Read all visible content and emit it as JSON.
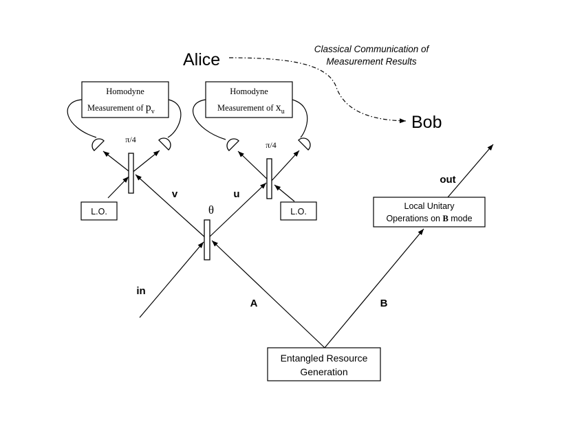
{
  "labels": {
    "alice": "Alice",
    "bob": "Bob",
    "classical_comm_line1": "Classical Communication of",
    "classical_comm_line2": "Measurement Results",
    "homodyne_left_line1": "Homodyne",
    "homodyne_left_line2_prefix": "Measurement of ",
    "homodyne_left_symbol": "p",
    "homodyne_left_sub": "v",
    "homodyne_right_line1": "Homodyne",
    "homodyne_right_line2_prefix": "Measurement of ",
    "homodyne_right_symbol": "x",
    "homodyne_right_sub": "u",
    "bs_left_angle": "π/4",
    "bs_right_angle": "π/4",
    "lo_left": "L.O.",
    "lo_right": "L.O.",
    "mode_v": "v",
    "mode_u": "u",
    "bs_center_angle": "θ",
    "mode_in": "in",
    "mode_a": "A",
    "mode_b": "B",
    "mode_out": "out",
    "local_unitary_line1": "Local Unitary",
    "local_unitary_line2_prefix": "Operations on ",
    "local_unitary_bold": "B",
    "local_unitary_line2_suffix": " mode",
    "entangled_line1": "Entangled Resource",
    "entangled_line2": "Generation"
  }
}
